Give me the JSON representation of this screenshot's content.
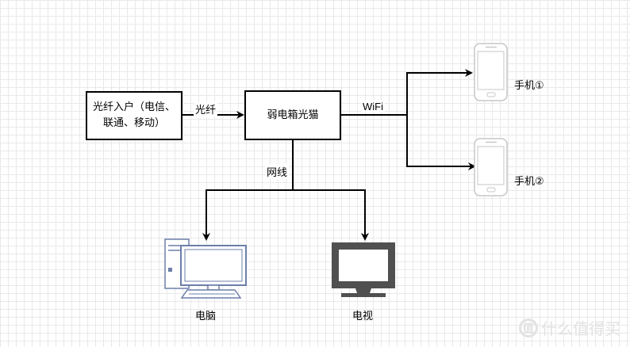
{
  "nodes": {
    "fiber_entry": "光纤入户（电信、联通、移动）",
    "fiber_entry_line1": "光纤入户（电信、",
    "fiber_entry_line2": "联通、移动）",
    "optical_modem": "弱电箱光猫",
    "phone1": "手机①",
    "phone2": "手机②",
    "pc": "电脑",
    "tv": "电视"
  },
  "edges": {
    "fiber": "光纤",
    "wifi": "WiFi",
    "ethernet": "网线"
  },
  "watermark": {
    "icon": "值",
    "text": "什么值得买"
  }
}
